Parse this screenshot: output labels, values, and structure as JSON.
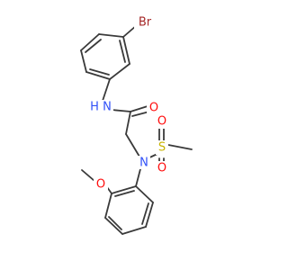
{
  "colors": {
    "bond": "#3a3a3a",
    "carbon": "#3a3a3a",
    "nitrogen": "#3050f8",
    "oxygen": "#ff0d0d",
    "sulfur": "#c8b400",
    "bromine": "#a62929",
    "background": "#ffffff"
  },
  "atoms": {
    "br": "Br",
    "n_amide": "N",
    "h_amide": "H",
    "o_carbonyl": "O",
    "n_sulfonamide": "N",
    "s": "S",
    "o_s1": "O",
    "o_s2": "O",
    "o_methoxy": "O"
  }
}
